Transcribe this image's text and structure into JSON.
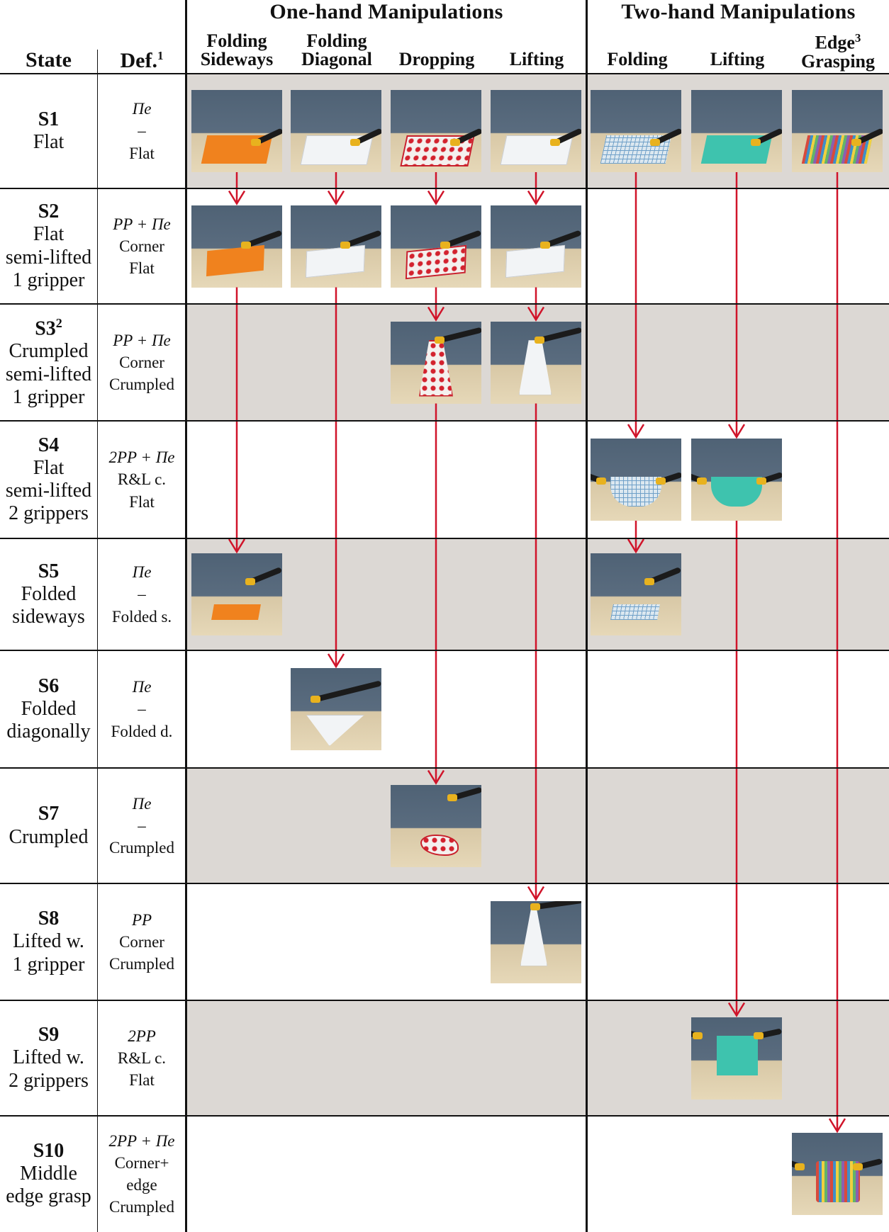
{
  "header": {
    "state": "State",
    "def": "Def.",
    "def_sup": "1",
    "one_hand": "One-hand Manipulations",
    "two_hand": "Two-hand Manipulations",
    "columns": [
      {
        "line1": "Folding",
        "line2": "Sideways"
      },
      {
        "line1": "Folding",
        "line2": "Diagonal"
      },
      {
        "line1": "",
        "line2": "Dropping"
      },
      {
        "line1": "",
        "line2": "Lifting"
      },
      {
        "line1": "",
        "line2": "Folding"
      },
      {
        "line1": "",
        "line2": "Lifting"
      },
      {
        "line1": "Edge",
        "line1_sup": "3",
        "line2": "Grasping"
      }
    ]
  },
  "states": [
    {
      "id": "S1",
      "sup": "",
      "name": [
        "Flat"
      ],
      "def": [
        "Πe",
        "–",
        "Flat"
      ]
    },
    {
      "id": "S2",
      "sup": "",
      "name": [
        "Flat",
        "semi-lifted",
        "1 gripper"
      ],
      "def": [
        "PP + Πe",
        "Corner",
        "Flat"
      ]
    },
    {
      "id": "S3",
      "sup": "2",
      "name": [
        "Crumpled",
        "semi-lifted",
        "1 gripper"
      ],
      "def": [
        "PP + Πe",
        "Corner",
        "Crumpled"
      ]
    },
    {
      "id": "S4",
      "sup": "",
      "name": [
        "Flat",
        "semi-lifted",
        "2 grippers"
      ],
      "def": [
        "2PP + Πe",
        "R&L c.",
        "Flat"
      ]
    },
    {
      "id": "S5",
      "sup": "",
      "name": [
        "Folded",
        "sideways"
      ],
      "def": [
        "Πe",
        "–",
        "Folded s."
      ]
    },
    {
      "id": "S6",
      "sup": "",
      "name": [
        "Folded",
        "diagonally"
      ],
      "def": [
        "Πe",
        "–",
        "Folded d."
      ]
    },
    {
      "id": "S7",
      "sup": "",
      "name": [
        "Crumpled"
      ],
      "def": [
        "Πe",
        "–",
        "Crumpled"
      ]
    },
    {
      "id": "S8",
      "sup": "",
      "name": [
        "Lifted w.",
        "1 gripper"
      ],
      "def": [
        "PP",
        "Corner",
        "Crumpled"
      ]
    },
    {
      "id": "S9",
      "sup": "",
      "name": [
        "Lifted w.",
        "2 grippers"
      ],
      "def": [
        "2PP",
        "R&L c.",
        "Flat"
      ]
    },
    {
      "id": "S10",
      "sup": "",
      "name": [
        "Middle",
        "edge grasp"
      ],
      "def": [
        "2PP + Πe",
        "Corner+",
        "edge",
        "Crumpled"
      ]
    }
  ],
  "photos": [
    {
      "row": 0,
      "col": 0,
      "cloth": "orange",
      "shape": "flat"
    },
    {
      "row": 0,
      "col": 1,
      "cloth": "white",
      "shape": "flat"
    },
    {
      "row": 0,
      "col": 2,
      "cloth": "strawberry",
      "shape": "flat"
    },
    {
      "row": 0,
      "col": 3,
      "cloth": "white",
      "shape": "flat"
    },
    {
      "row": 0,
      "col": 4,
      "cloth": "plaid",
      "shape": "flat"
    },
    {
      "row": 0,
      "col": 5,
      "cloth": "teal",
      "shape": "flat"
    },
    {
      "row": 0,
      "col": 6,
      "cloth": "stripes",
      "shape": "flat"
    },
    {
      "row": 1,
      "col": 0,
      "cloth": "orange",
      "shape": "semi"
    },
    {
      "row": 1,
      "col": 1,
      "cloth": "white",
      "shape": "semi"
    },
    {
      "row": 1,
      "col": 2,
      "cloth": "strawberry",
      "shape": "semi"
    },
    {
      "row": 1,
      "col": 3,
      "cloth": "white",
      "shape": "semi"
    },
    {
      "row": 2,
      "col": 2,
      "cloth": "strawberry",
      "shape": "crumpled-semi"
    },
    {
      "row": 2,
      "col": 3,
      "cloth": "white",
      "shape": "crumpled-semi"
    },
    {
      "row": 3,
      "col": 4,
      "cloth": "plaid",
      "shape": "semi2"
    },
    {
      "row": 3,
      "col": 5,
      "cloth": "teal",
      "shape": "semi2"
    },
    {
      "row": 4,
      "col": 0,
      "cloth": "orange",
      "shape": "folded"
    },
    {
      "row": 4,
      "col": 4,
      "cloth": "plaid",
      "shape": "folded"
    },
    {
      "row": 5,
      "col": 1,
      "cloth": "white",
      "shape": "triangle"
    },
    {
      "row": 6,
      "col": 2,
      "cloth": "strawberry",
      "shape": "crumpled"
    },
    {
      "row": 7,
      "col": 3,
      "cloth": "white",
      "shape": "hanging"
    },
    {
      "row": 8,
      "col": 5,
      "cloth": "teal",
      "shape": "hanging2"
    },
    {
      "row": 9,
      "col": 6,
      "cloth": "stripes",
      "shape": "edge"
    }
  ],
  "transitions": [
    {
      "col": 0,
      "from": 0,
      "to": 1
    },
    {
      "col": 1,
      "from": 0,
      "to": 1
    },
    {
      "col": 2,
      "from": 0,
      "to": 1
    },
    {
      "col": 3,
      "from": 0,
      "to": 1
    },
    {
      "col": 2,
      "from": 1,
      "to": 2
    },
    {
      "col": 3,
      "from": 1,
      "to": 2
    },
    {
      "col": 0,
      "from": 1,
      "to": 4
    },
    {
      "col": 1,
      "from": 1,
      "to": 5
    },
    {
      "col": 2,
      "from": 2,
      "to": 6
    },
    {
      "col": 3,
      "from": 2,
      "to": 7
    },
    {
      "col": 4,
      "from": 0,
      "to": 3
    },
    {
      "col": 5,
      "from": 0,
      "to": 3
    },
    {
      "col": 4,
      "from": 3,
      "to": 4
    },
    {
      "col": 5,
      "from": 3,
      "to": 8
    },
    {
      "col": 6,
      "from": 0,
      "to": 9
    }
  ],
  "colors": {
    "arrow": "#d0142a",
    "band": "#dcd8d4",
    "orange": "#f0821e",
    "white": "#f2f4f6",
    "strawberry": "#f4f0ee",
    "plaid": "#dce8f0",
    "teal": "#3ec3ae",
    "stripes": "#c9b28a"
  }
}
